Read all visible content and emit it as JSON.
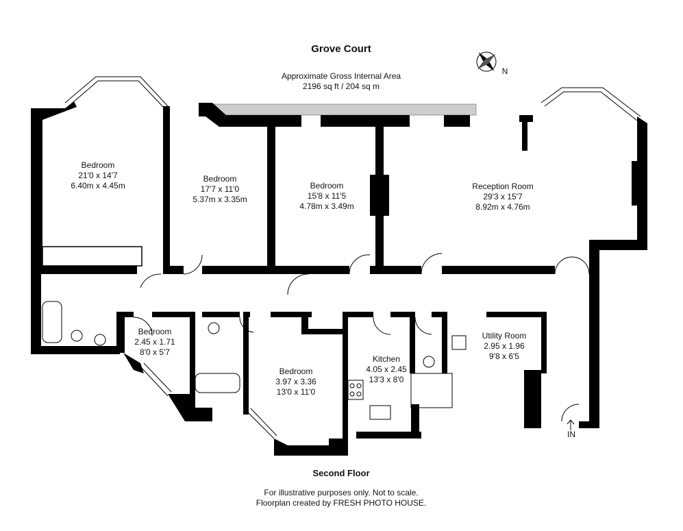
{
  "title": "Grove Court",
  "area": {
    "label": "Approximate Gross Internal Area",
    "value": "2196 sq ft / 204 sq m"
  },
  "compass_label": "N",
  "rooms": [
    {
      "name": "Bedroom",
      "dim1": "21'0 x 14'7",
      "dim2": "6.40m x 4.45m"
    },
    {
      "name": "Bedroom",
      "dim1": "17'7 x 11'0",
      "dim2": "5.37m x 3.35m"
    },
    {
      "name": "Bedroom",
      "dim1": "15'8 x 11'5",
      "dim2": "4.78m x 3.49m"
    },
    {
      "name": "Reception Room",
      "dim1": "29'3 x 15'7",
      "dim2": "8.92m x 4.76m"
    },
    {
      "name": "Bedroom",
      "dim1": "2.45 x 1.71",
      "dim2": "8'0 x 5'7"
    },
    {
      "name": "Bedroom",
      "dim1": "3.97 x 3.36",
      "dim2": "13'0 x 11'0"
    },
    {
      "name": "Kitchen",
      "dim1": "4.05 x 2.45",
      "dim2": "13'3 x 8'0"
    },
    {
      "name": "Utility Room",
      "dim1": "2.95 x 1.96",
      "dim2": "9'8 x 6'5"
    }
  ],
  "entrance_label": "IN",
  "floor_label": "Second Floor",
  "disclaimer": "For illustrative purposes only. Not to scale.",
  "credit": "Floorplan created by FRESH PHOTO HOUSE."
}
